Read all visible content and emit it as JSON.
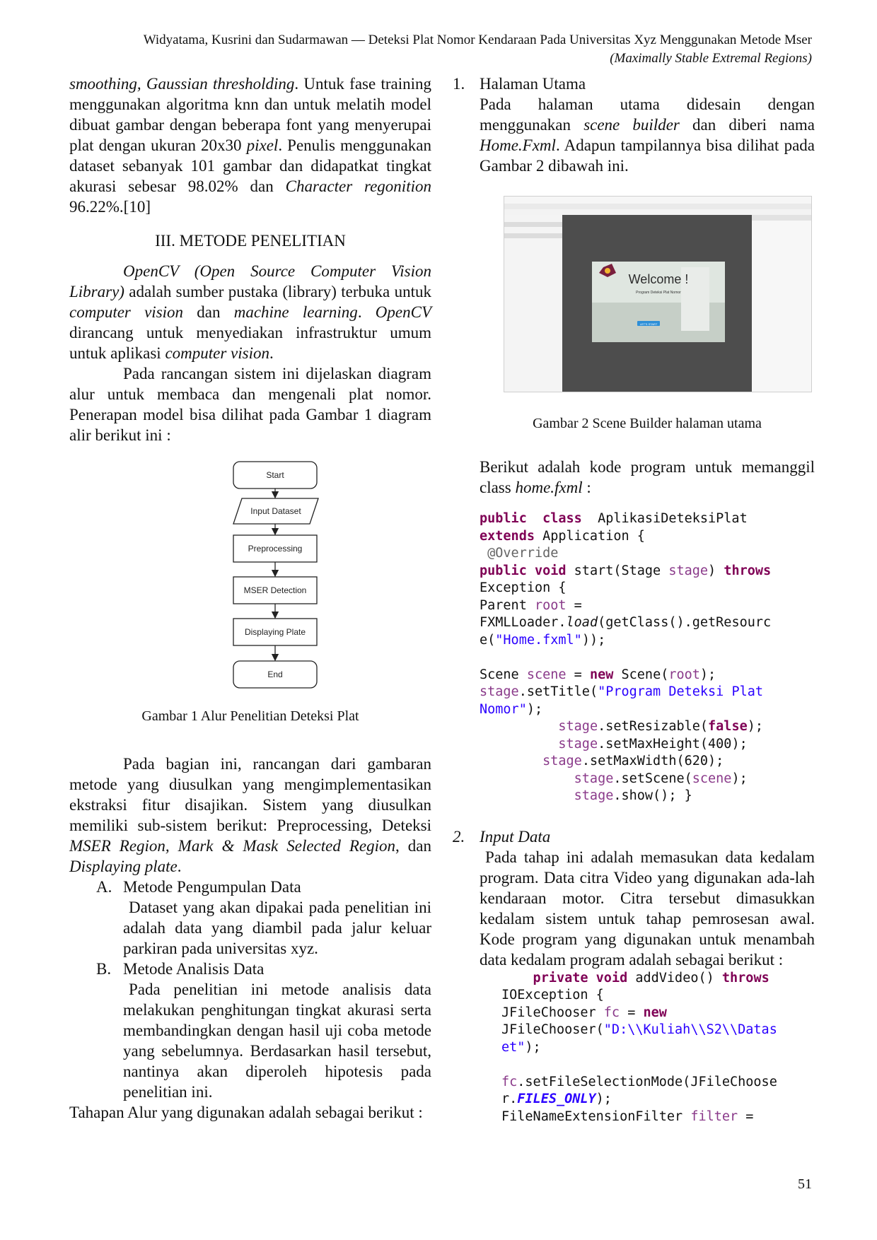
{
  "header": {
    "line1": "Widyatama, Kusrini dan Sudarmawan — Deteksi Plat Nomor Kendaraan Pada Universitas Xyz Menggunakan Metode Mser",
    "line2": "(Maximally Stable Extremal Regions)"
  },
  "left": {
    "p1": {
      "a": "smoothing, Gaussian thresholding",
      "b": ". Untuk fase training menggunakan algoritma knn dan untuk melatih model dibuat gambar dengan beberapa font yang menyerupai plat dengan ukuran 20x30 ",
      "c": "pixel",
      "d": ". Penulis menggunakan dataset sebanyak 101 gambar dan didapatkat tingkat akurasi sebesar 98.02% dan ",
      "e": "Character regonition",
      "f": " 96.22%.[10]"
    },
    "section_title": "III.   METODE PENELITIAN",
    "p2": {
      "a": "OpenCV (Open Source Computer Vision Library)",
      "b": " adalah sumber pustaka (library) terbuka untuk ",
      "c": "computer vision",
      "d": " dan ",
      "e": "machine learning",
      "f": ". ",
      "g": "OpenCV",
      "h": " dirancang untuk menyediakan infrastruktur umum untuk aplikasi ",
      "i": "computer vision",
      "j": "."
    },
    "p3": "Pada rancangan sistem ini dijelaskan diagram alur untuk membaca dan mengenali plat nomor. Penerapan model bisa dilihat pada Gambar 1 diagram alir berikut ini :",
    "flowchart": {
      "start": "Start",
      "input": "Input Dataset",
      "pre": "Preprocessing",
      "mser": "MSER Detection",
      "display": "Displaying Plate",
      "end": "End"
    },
    "fig1_caption": "Gambar 1 Alur Penelitian Deteksi Plat",
    "p4": {
      "a": "Pada bagian ini, rancangan dari gambaran metode yang diusulkan yang mengimplementasikan ekstraksi fitur disajikan. Sistem yang diusulkan memiliki sub-sistem berikut: Preprocessing, Deteksi ",
      "b": "MSER Region, Mark & Mask Selected Region",
      "c": ", dan ",
      "d": "Displaying plate",
      "e": "."
    },
    "itemA": {
      "num": "A.",
      "title": "Metode Pengumpulan Data",
      "body": "Dataset yang akan dipakai pada penelitian ini adalah data yang diambil pada jalur keluar parkiran pada universitas xyz."
    },
    "itemB": {
      "num": "B.",
      "title": "Metode Analisis Data",
      "body": "Pada penelitian ini metode analisis data melakukan penghitungan tingkat akurasi serta membandingkan dengan hasil uji coba metode yang sebelumnya. Berdasarkan hasil tersebut, nantinya akan diperoleh hipotesis pada penelitian ini."
    },
    "p5": "Tahapan Alur  yang digunakan adalah sebagai berikut :"
  },
  "right": {
    "item1": {
      "num": "1.",
      "title": "Halaman Utama",
      "a": "Pada halaman utama didesain dengan menggunakan ",
      "b": "scene builder",
      "c": " dan diberi nama ",
      "d": "Home.Fxml",
      "e": ". Adapun tampilannya bisa dilihat pada Gambar 2 dibawah ini."
    },
    "screenshot": {
      "welcome": "Welcome !",
      "subtitle": "Program Deteksi Plat Nomor",
      "button": "LET'S START"
    },
    "fig2_caption": "Gambar 2 Scene Builder halaman utama",
    "p_code_intro": {
      "a": "Berikut adalah kode program untuk memanggil class ",
      "b": "home.fxml",
      "c": " :"
    },
    "item2": {
      "num": "2.",
      "title": "Input Data",
      "body": "Pada tahap ini adalah memasukan data kedalam program. Data citra Video yang digunakan ada-lah kendaraan motor. Citra tersebut dimasukkan kedalam sistem untuk tahap pemrosesan awal. Kode program yang digunakan untuk menambah data kedalam program adalah sebagai berikut :"
    }
  },
  "code1": [
    "public  class  AplikasiDeteksiPlat",
    "extends Application {",
    " @Override",
    "public void start(Stage stage) throws",
    "Exception {",
    "Parent root =",
    "FXMLLoader.load(getClass().getResourc",
    "e(\"Home.fxml\"));",
    "",
    "Scene scene = new Scene(root);",
    "stage.setTitle(\"Program Deteksi Plat",
    "Nomor\");",
    "          stage.setResizable(false);",
    "          stage.setMaxHeight(400);",
    "        stage.setMaxWidth(620);",
    "            stage.setScene(scene);",
    "            stage.show(); }"
  ],
  "code2": [
    "    private void addVideo() throws",
    "IOException {",
    "JFileChooser fc = new",
    "JFileChooser(\"D:\\\\Kuliah\\\\S2\\\\Datas",
    "et\");",
    "",
    "fc.setFileSelectionMode(JFileChoose",
    "r.FILES_ONLY);",
    "FileNameExtensionFilter filter ="
  ],
  "page_number": "51"
}
